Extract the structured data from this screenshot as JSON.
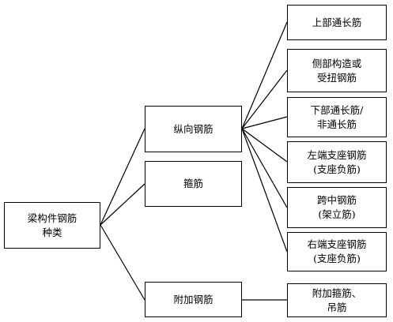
{
  "diagram": {
    "root": "梁构件钢筋\n种类",
    "level1": {
      "longitudinal": "纵向钢筋",
      "stirrup": "箍筋",
      "additional": "附加钢筋"
    },
    "longitudinal_children": [
      "上部通长筋",
      "侧部构造或\n受扭钢筋",
      "下部通长筋/\n非通长筋",
      "左端支座钢筋\n(支座负筋)",
      "跨中钢筋\n(架立筋)",
      "右端支座钢筋\n(支座负筋)"
    ],
    "additional_children": [
      "附加箍筋、\n吊筋"
    ]
  }
}
